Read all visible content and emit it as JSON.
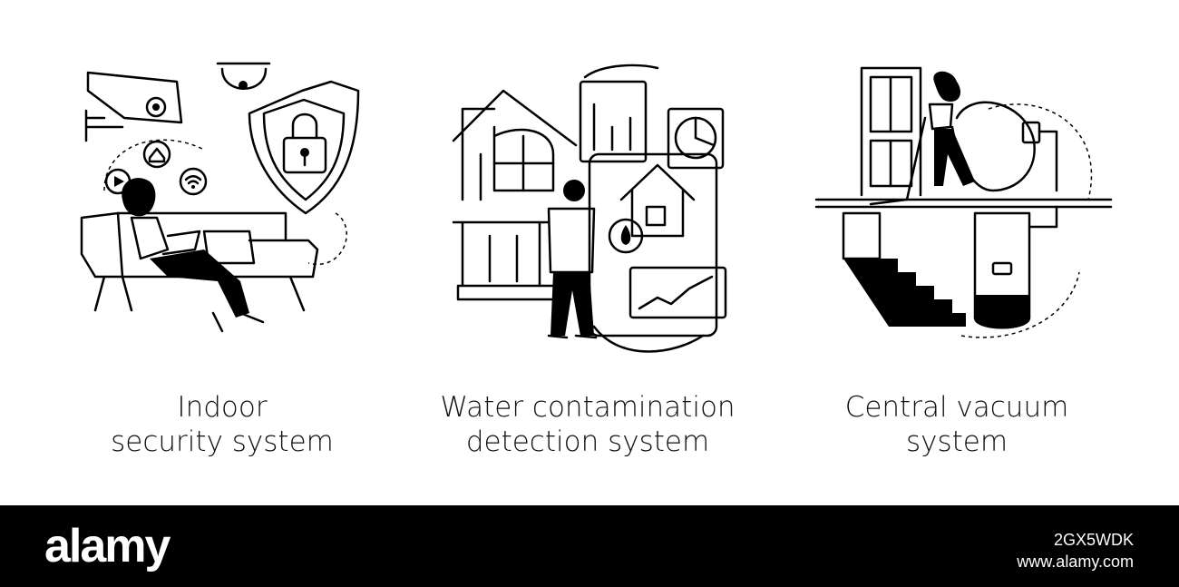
{
  "panels": [
    {
      "caption_line1": "Indoor",
      "caption_line2": "security system"
    },
    {
      "caption_line1": "Water contamination",
      "caption_line2": "detection system"
    },
    {
      "caption_line1": "Central vacuum",
      "caption_line2": "system"
    }
  ],
  "footer": {
    "logo_text": "alamy",
    "image_id": "2GX5WDK",
    "site": "www.alamy.com"
  },
  "icons": {
    "panel1": [
      "security-camera-icon",
      "dome-camera-icon",
      "shield-lock-icon",
      "smart-home-icon",
      "wifi-icon",
      "play-icon",
      "sofa-icon",
      "woman-with-laptop-icon"
    ],
    "panel2": [
      "house-icon",
      "phone-icon",
      "bar-chart-icon",
      "pie-chart-icon",
      "water-drop-icon",
      "line-chart-icon",
      "man-with-phone-icon"
    ],
    "panel3": [
      "door-icon",
      "woman-vacuuming-icon",
      "vacuum-hose-icon",
      "wall-outlet-icon",
      "stairs-icon",
      "vacuum-unit-icon"
    ]
  }
}
